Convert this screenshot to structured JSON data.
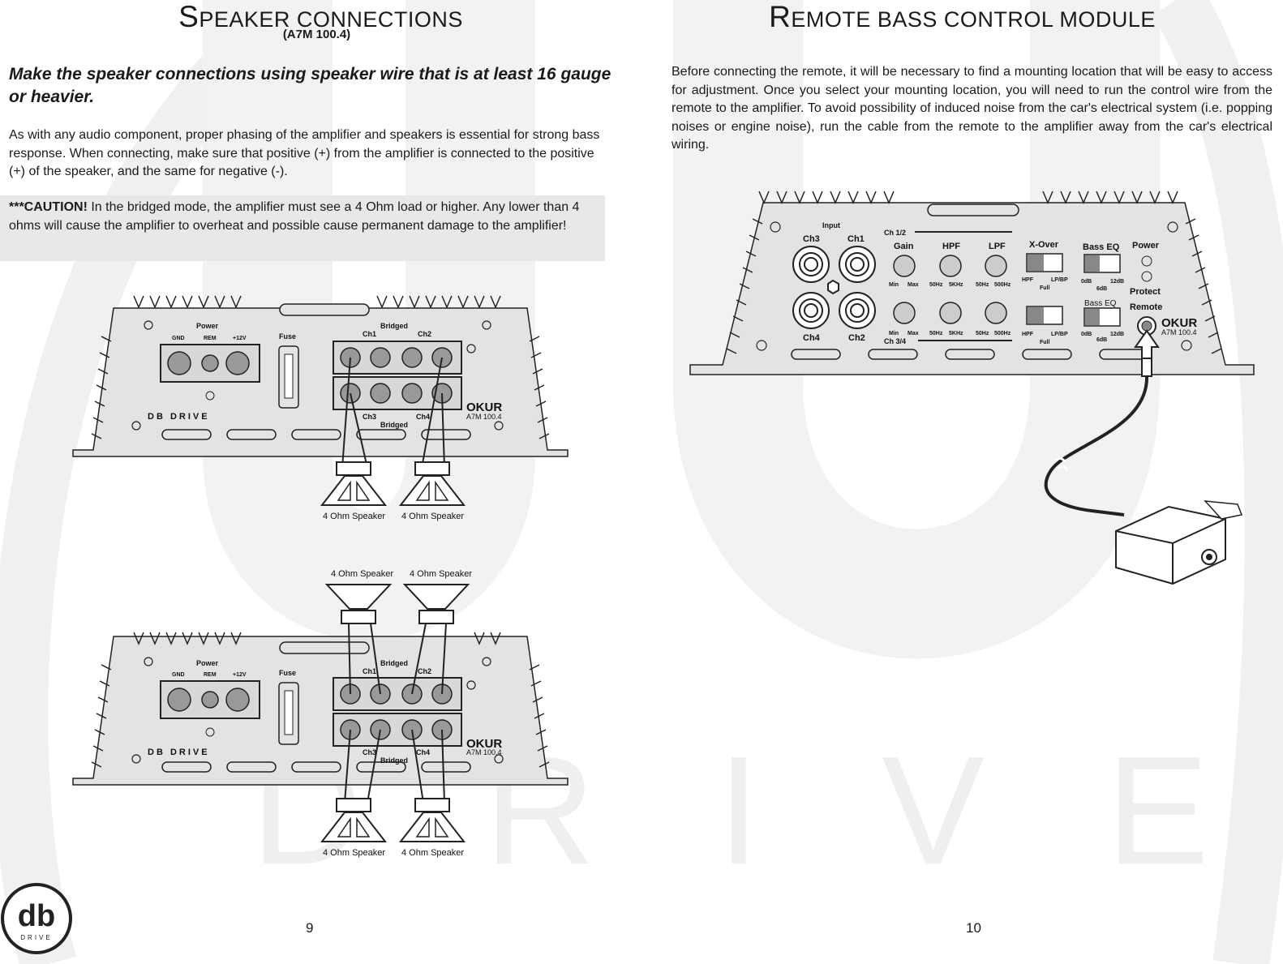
{
  "left_page": {
    "title_cap": "S",
    "title_rest": "PEAKER CONNECTIONS",
    "subtitle": "(A7M 100.4)",
    "lead": "Make the speaker connections using speaker wire that is at least 16 gauge or heavier.",
    "paragraph": "As with any audio component, proper phasing of the amplifier and speakers is essential for strong bass response. When connecting, make sure that positive (+) from the amplifier is connected to the positive (+) of the speaker, and the same for negative (-).",
    "caution_label": "***CAUTION!",
    "caution_text": " In the bridged mode, the amplifier must see a 4 Ohm load or higher. Any lower than 4 ohms will cause the amplifier to overheat and possible cause permanent damage to the amplifier!",
    "page_number": "9"
  },
  "right_page": {
    "title_cap": "R",
    "title_rest": "EMOTE BASS CONTROL MODULE",
    "paragraph": "Before connecting the remote, it will be necessary to find a mounting location that will be easy to access for adjustment. Once you select your mounting location, you will need to run the control wire from the remote to the amplifier. To avoid possibility of induced noise from the car's electrical system (i.e. popping noises or engine noise), run the cable from the remote to the amplifier away from the car's electrical wiring.",
    "page_number": "10"
  },
  "amp": {
    "power": "Power",
    "gnd": "GND",
    "rem": "REM",
    "plus12": "+12V",
    "fuse": "Fuse",
    "bridged": "Bridged",
    "ch1": "Ch1",
    "ch2": "Ch2",
    "ch3": "Ch3",
    "ch4": "Ch4",
    "brand": "DB DRIVE",
    "logo": "OKUR",
    "model": "A7M 100.4",
    "speaker": "4 Ohm Speaker"
  },
  "amp_front": {
    "input": "Input",
    "ch3": "Ch3",
    "ch1": "Ch1",
    "ch4": "Ch4",
    "ch2": "Ch2",
    "ch12": "Ch 1/2",
    "ch34": "Ch 3/4",
    "gain": "Gain",
    "hpf": "HPF",
    "lpf": "LPF",
    "xover": "X-Over",
    "basseq": "Bass EQ",
    "basseq2": "Bass EQ",
    "power": "Power",
    "protect": "Protect",
    "remote": "Remote",
    "min": "Min",
    "max": "Max",
    "hz50": "50Hz",
    "khz5": "5KHz",
    "hz500": "500Hz",
    "hpf_s": "HPF",
    "lpbp": "LP/BP",
    "full": "Full",
    "db0": "0dB",
    "db6": "6dB",
    "db12": "12dB",
    "logo": "OKUR",
    "model": "A7M 100.4"
  },
  "watermark": {
    "text": "DRIVE"
  },
  "brand_logo": {
    "letters": "db",
    "word": "DRIVE"
  }
}
